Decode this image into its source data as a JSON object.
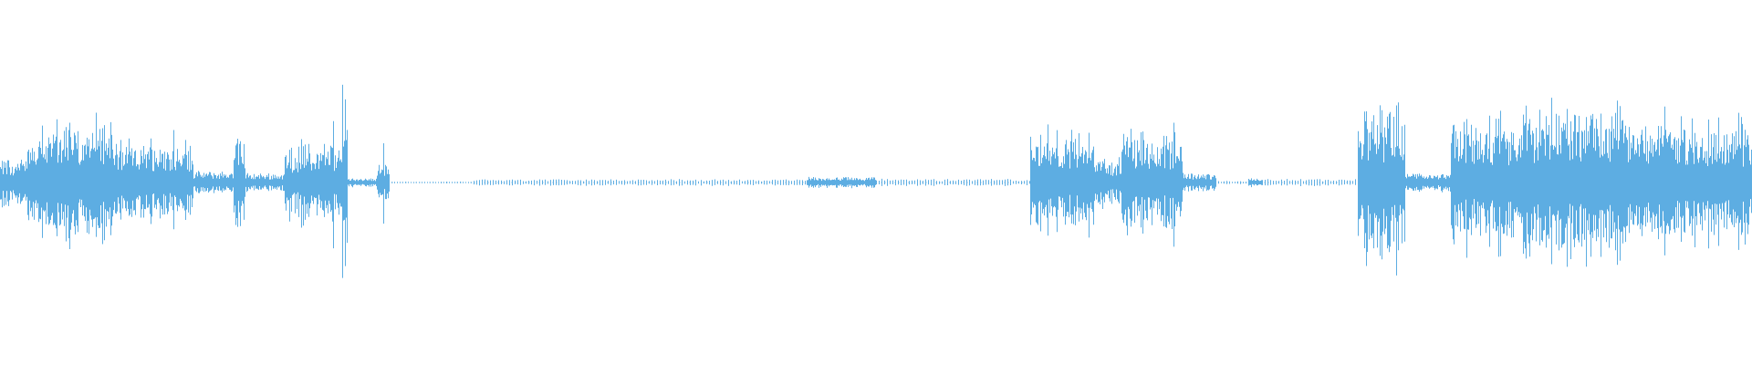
{
  "waveform": {
    "color": "#5dade2",
    "background": "#ffffff",
    "segments": [
      {
        "start": 0.0,
        "end": 0.015,
        "level": 0.22
      },
      {
        "start": 0.015,
        "end": 0.03,
        "level": 0.45
      },
      {
        "start": 0.03,
        "end": 0.065,
        "level": 0.55
      },
      {
        "start": 0.065,
        "end": 0.075,
        "level": 0.35
      },
      {
        "start": 0.075,
        "end": 0.11,
        "level": 0.38
      },
      {
        "start": 0.11,
        "end": 0.133,
        "level": 0.12
      },
      {
        "start": 0.133,
        "end": 0.14,
        "level": 0.45
      },
      {
        "start": 0.14,
        "end": 0.162,
        "level": 0.1
      },
      {
        "start": 0.162,
        "end": 0.195,
        "level": 0.35
      },
      {
        "start": 0.195,
        "end": 0.198,
        "level": 0.85
      },
      {
        "start": 0.198,
        "end": 0.215,
        "level": 0.05
      },
      {
        "start": 0.215,
        "end": 0.222,
        "level": 0.2
      },
      {
        "start": 0.222,
        "end": 0.27,
        "level": 0.01
      },
      {
        "start": 0.27,
        "end": 0.46,
        "level": 0.035
      },
      {
        "start": 0.46,
        "end": 0.5,
        "level": 0.06
      },
      {
        "start": 0.5,
        "end": 0.588,
        "level": 0.04
      },
      {
        "start": 0.588,
        "end": 0.625,
        "level": 0.45
      },
      {
        "start": 0.625,
        "end": 0.64,
        "level": 0.22
      },
      {
        "start": 0.64,
        "end": 0.675,
        "level": 0.48
      },
      {
        "start": 0.675,
        "end": 0.694,
        "level": 0.1
      },
      {
        "start": 0.694,
        "end": 0.712,
        "level": 0.02
      },
      {
        "start": 0.712,
        "end": 0.72,
        "level": 0.05
      },
      {
        "start": 0.72,
        "end": 0.775,
        "level": 0.04
      },
      {
        "start": 0.775,
        "end": 0.802,
        "level": 0.72
      },
      {
        "start": 0.802,
        "end": 0.828,
        "level": 0.1
      },
      {
        "start": 0.828,
        "end": 0.88,
        "level": 0.62
      },
      {
        "start": 0.88,
        "end": 0.93,
        "level": 0.7
      },
      {
        "start": 0.93,
        "end": 1.0,
        "level": 0.55
      }
    ],
    "spikes": [
      {
        "at": 0.024,
        "level": 0.7
      },
      {
        "at": 0.039,
        "level": 0.62
      },
      {
        "at": 0.099,
        "level": 0.58
      },
      {
        "at": 0.137,
        "level": 0.5
      },
      {
        "at": 0.172,
        "level": 0.55
      },
      {
        "at": 0.19,
        "level": 0.7
      },
      {
        "at": 0.197,
        "level": 0.98
      },
      {
        "at": 0.219,
        "level": 0.45
      },
      {
        "at": 0.598,
        "level": 0.62
      },
      {
        "at": 0.67,
        "level": 0.68
      },
      {
        "at": 0.797,
        "level": 0.98
      },
      {
        "at": 0.855,
        "level": 0.8
      },
      {
        "at": 0.908,
        "level": 0.82
      },
      {
        "at": 0.95,
        "level": 0.9
      },
      {
        "at": 0.975,
        "level": 0.75
      },
      {
        "at": 0.997,
        "level": 0.5
      }
    ]
  }
}
